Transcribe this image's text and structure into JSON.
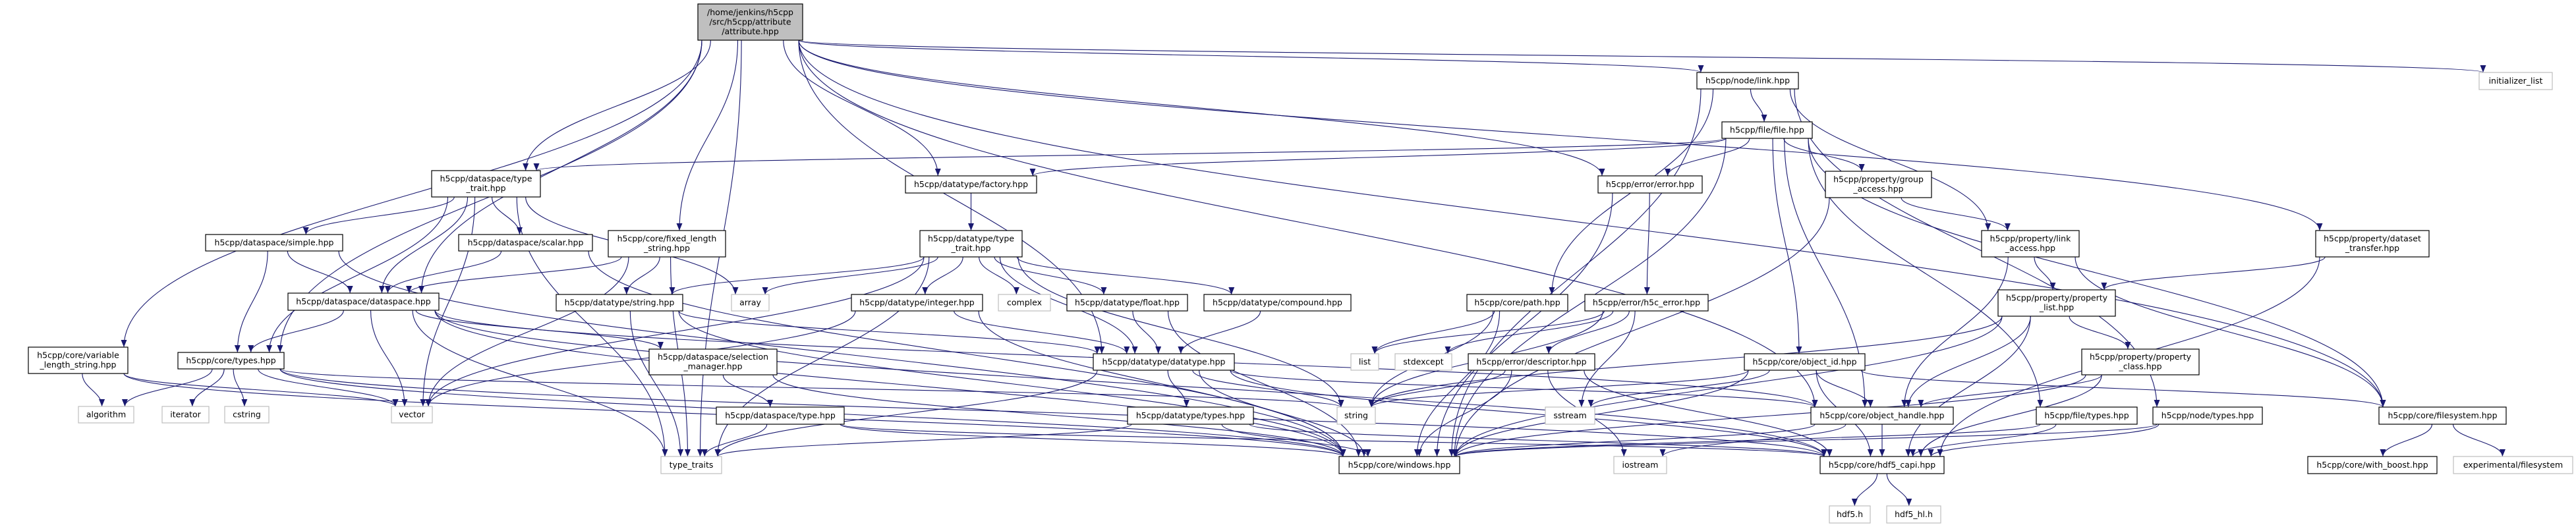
{
  "graph": {
    "edge_color": "#191970",
    "root_fill": "#bfbfbf",
    "system_border": "#bfbfbf",
    "nodes": [
      {
        "lines": [
          "/home/jenkins/h5cpp",
          "/src/h5cpp/attribute",
          "/attribute.hpp"
        ],
        "root": true
      },
      {
        "lines": [
          "h5cpp/dataspace/type",
          "_trait.hpp"
        ]
      },
      {
        "lines": [
          "h5cpp/dataspace/simple.hpp"
        ]
      },
      {
        "lines": [
          "h5cpp/dataspace/scalar.hpp"
        ]
      },
      {
        "lines": [
          "h5cpp/core/fixed_length",
          "_string.hpp"
        ]
      },
      {
        "lines": [
          "h5cpp/dataspace/dataspace.hpp"
        ]
      },
      {
        "lines": [
          "h5cpp/datatype/string.hpp"
        ]
      },
      {
        "lines": [
          "h5cpp/core/variable",
          "_length_string.hpp"
        ]
      },
      {
        "lines": [
          "h5cpp/core/types.hpp"
        ]
      },
      {
        "lines": [
          "algorithm"
        ],
        "system": true
      },
      {
        "lines": [
          "iterator"
        ],
        "system": true
      },
      {
        "lines": [
          "cstring"
        ],
        "system": true
      },
      {
        "lines": [
          "vector"
        ],
        "system": true
      },
      {
        "lines": [
          "h5cpp/datatype/factory.hpp"
        ]
      },
      {
        "lines": [
          "h5cpp/datatype/type",
          "_trait.hpp"
        ]
      },
      {
        "lines": [
          "array"
        ],
        "system": true
      },
      {
        "lines": [
          "h5cpp/datatype/integer.hpp"
        ]
      },
      {
        "lines": [
          "complex"
        ],
        "system": true
      },
      {
        "lines": [
          "h5cpp/datatype/float.hpp"
        ]
      },
      {
        "lines": [
          "h5cpp/datatype/compound.hpp"
        ]
      },
      {
        "lines": [
          "h5cpp/dataspace/selection",
          "_manager.hpp"
        ]
      },
      {
        "lines": [
          "h5cpp/datatype/datatype.hpp"
        ]
      },
      {
        "lines": [
          "h5cpp/dataspace/type.hpp"
        ]
      },
      {
        "lines": [
          "h5cpp/datatype/types.hpp"
        ]
      },
      {
        "lines": [
          "type_traits"
        ],
        "system": true
      },
      {
        "lines": [
          "h5cpp/node/link.hpp"
        ]
      },
      {
        "lines": [
          "h5cpp/file/file.hpp"
        ]
      },
      {
        "lines": [
          "h5cpp/error/error.hpp"
        ]
      },
      {
        "lines": [
          "h5cpp/property/group",
          "_access.hpp"
        ]
      },
      {
        "lines": [
          "h5cpp/core/path.hpp"
        ]
      },
      {
        "lines": [
          "h5cpp/error/h5c_error.hpp"
        ]
      },
      {
        "lines": [
          "list"
        ],
        "system": true
      },
      {
        "lines": [
          "stdexcept"
        ],
        "system": true
      },
      {
        "lines": [
          "h5cpp/error/descriptor.hpp"
        ]
      },
      {
        "lines": [
          "h5cpp/core/object_id.hpp"
        ]
      },
      {
        "lines": [
          "string"
        ],
        "system": true
      },
      {
        "lines": [
          "sstream"
        ],
        "system": true
      },
      {
        "lines": [
          "h5cpp/core/object_handle.hpp"
        ]
      },
      {
        "lines": [
          "h5cpp/core/windows.hpp"
        ]
      },
      {
        "lines": [
          "iostream"
        ],
        "system": true
      },
      {
        "lines": [
          "h5cpp/core/hdf5_capi.hpp"
        ]
      },
      {
        "lines": [
          "hdf5.h"
        ],
        "system": true
      },
      {
        "lines": [
          "hdf5_hl.h"
        ],
        "system": true
      },
      {
        "lines": [
          "initializer_list"
        ],
        "system": true
      },
      {
        "lines": [
          "h5cpp/property/link",
          "_access.hpp"
        ]
      },
      {
        "lines": [
          "h5cpp/property/dataset",
          "_transfer.hpp"
        ]
      },
      {
        "lines": [
          "h5cpp/property/property",
          "_list.hpp"
        ]
      },
      {
        "lines": [
          "h5cpp/property/property",
          "_class.hpp"
        ]
      },
      {
        "lines": [
          "h5cpp/file/types.hpp"
        ]
      },
      {
        "lines": [
          "h5cpp/node/types.hpp"
        ]
      },
      {
        "lines": [
          "h5cpp/core/filesystem.hpp"
        ]
      },
      {
        "lines": [
          "h5cpp/core/with_boost.hpp"
        ]
      },
      {
        "lines": [
          "experimental/filesystem"
        ],
        "system": true
      }
    ],
    "edges": [
      {
        "from": "/home/jenkins/h5cpp/src/h5cpp/attribute/attribute.hpp",
        "to": [
          "h5cpp/dataspace/type_trait.hpp",
          "h5cpp/core/fixed_length_string.hpp",
          "h5cpp/datatype/factory.hpp",
          "h5cpp/node/link.hpp",
          "h5cpp/error/error.hpp",
          "initializer_list",
          "h5cpp/dataspace/dataspace.hpp",
          "h5cpp/core/types.hpp",
          "h5cpp/core/variable_length_string.hpp",
          "type_traits",
          "h5cpp/datatype/datatype.hpp",
          "h5cpp/property/dataset_transfer.hpp",
          "h5cpp/core/object_handle.hpp",
          "h5cpp/core/filesystem.hpp"
        ]
      },
      {
        "from": "h5cpp/dataspace/type_trait.hpp",
        "to": [
          "h5cpp/dataspace/simple.hpp",
          "h5cpp/dataspace/scalar.hpp",
          "h5cpp/dataspace/dataspace.hpp",
          "h5cpp/core/types.hpp",
          "vector",
          "array",
          "type_traits"
        ]
      },
      {
        "from": "h5cpp/dataspace/simple.hpp",
        "to": [
          "h5cpp/dataspace/dataspace.hpp",
          "h5cpp/core/types.hpp",
          "h5cpp/core/windows.hpp"
        ]
      },
      {
        "from": "h5cpp/dataspace/scalar.hpp",
        "to": [
          "h5cpp/dataspace/dataspace.hpp",
          "h5cpp/core/windows.hpp"
        ]
      },
      {
        "from": "h5cpp/core/fixed_length_string.hpp",
        "to": [
          "h5cpp/datatype/string.hpp",
          "vector",
          "type_traits",
          "h5cpp/dataspace/dataspace.hpp"
        ]
      },
      {
        "from": "h5cpp/dataspace/dataspace.hpp",
        "to": [
          "h5cpp/core/types.hpp",
          "h5cpp/dataspace/selection_manager.hpp",
          "h5cpp/core/windows.hpp",
          "h5cpp/core/hdf5_capi.hpp",
          "h5cpp/core/object_handle.hpp",
          "type_traits",
          "vector"
        ]
      },
      {
        "from": "h5cpp/core/types.hpp",
        "to": [
          "algorithm",
          "iterator",
          "cstring",
          "vector",
          "h5cpp/core/windows.hpp",
          "h5cpp/core/hdf5_capi.hpp",
          "string"
        ]
      },
      {
        "from": "h5cpp/core/variable_length_string.hpp",
        "to": [
          "algorithm",
          "vector",
          "h5cpp/core/windows.hpp"
        ]
      },
      {
        "from": "h5cpp/datatype/factory.hpp",
        "to": [
          "h5cpp/datatype/type_trait.hpp"
        ]
      },
      {
        "from": "h5cpp/datatype/type_trait.hpp",
        "to": [
          "h5cpp/datatype/string.hpp",
          "array",
          "h5cpp/datatype/integer.hpp",
          "complex",
          "h5cpp/datatype/float.hpp",
          "h5cpp/datatype/compound.hpp",
          "type_traits",
          "vector",
          "string",
          "h5cpp/datatype/datatype.hpp"
        ]
      },
      {
        "from": "h5cpp/datatype/string.hpp",
        "to": [
          "h5cpp/datatype/datatype.hpp",
          "type_traits",
          "h5cpp/core/windows.hpp"
        ]
      },
      {
        "from": "h5cpp/datatype/integer.hpp",
        "to": [
          "h5cpp/datatype/datatype.hpp",
          "h5cpp/core/windows.hpp",
          "vector"
        ]
      },
      {
        "from": "h5cpp/datatype/float.hpp",
        "to": [
          "h5cpp/datatype/datatype.hpp",
          "h5cpp/core/windows.hpp"
        ]
      },
      {
        "from": "h5cpp/datatype/compound.hpp",
        "to": [
          "h5cpp/datatype/datatype.hpp"
        ]
      },
      {
        "from": "h5cpp/datatype/datatype.hpp",
        "to": [
          "h5cpp/datatype/types.hpp",
          "h5cpp/core/object_handle.hpp",
          "h5cpp/core/windows.hpp",
          "string",
          "type_traits",
          "h5cpp/core/hdf5_capi.hpp"
        ]
      },
      {
        "from": "h5cpp/datatype/types.hpp",
        "to": [
          "h5cpp/core/windows.hpp",
          "h5cpp/core/hdf5_capi.hpp",
          "type_traits"
        ]
      },
      {
        "from": "h5cpp/dataspace/selection_manager.hpp",
        "to": [
          "h5cpp/dataspace/type.hpp",
          "h5cpp/core/windows.hpp"
        ]
      },
      {
        "from": "h5cpp/dataspace/type.hpp",
        "to": [
          "type_traits",
          "h5cpp/core/windows.hpp",
          "h5cpp/core/hdf5_capi.hpp"
        ]
      },
      {
        "from": "h5cpp/node/link.hpp",
        "to": [
          "h5cpp/file/file.hpp",
          "h5cpp/core/path.hpp",
          "h5cpp/property/link_access.hpp",
          "h5cpp/node/types.hpp",
          "h5cpp/core/windows.hpp"
        ]
      },
      {
        "from": "h5cpp/file/file.hpp",
        "to": [
          "h5cpp/error/error.hpp",
          "h5cpp/property/group_access.hpp",
          "h5cpp/core/object_id.hpp",
          "h5cpp/core/object_handle.hpp",
          "h5cpp/core/filesystem.hpp",
          "h5cpp/file/types.hpp",
          "h5cpp/core/windows.hpp",
          "h5cpp/datatype/factory.hpp",
          "h5cpp/dataspace/type_trait.hpp"
        ]
      },
      {
        "from": "h5cpp/error/error.hpp",
        "to": [
          "h5cpp/error/h5c_error.hpp",
          "h5cpp/core/windows.hpp"
        ]
      },
      {
        "from": "h5cpp/error/h5c_error.hpp",
        "to": [
          "list",
          "stdexcept",
          "h5cpp/error/descriptor.hpp",
          "sstream",
          "string"
        ]
      },
      {
        "from": "h5cpp/error/descriptor.hpp",
        "to": [
          "string",
          "h5cpp/core/windows.hpp",
          "iostream",
          "h5cpp/core/hdf5_capi.hpp"
        ]
      },
      {
        "from": "h5cpp/core/path.hpp",
        "to": [
          "list",
          "string",
          "h5cpp/core/windows.hpp"
        ]
      },
      {
        "from": "h5cpp/core/object_id.hpp",
        "to": [
          "sstream",
          "string",
          "h5cpp/core/object_handle.hpp",
          "h5cpp/core/filesystem.hpp",
          "h5cpp/core/windows.hpp",
          "h5cpp/core/hdf5_capi.hpp"
        ]
      },
      {
        "from": "h5cpp/core/object_handle.hpp",
        "to": [
          "h5cpp/core/hdf5_capi.hpp",
          "h5cpp/core/windows.hpp",
          "iostream"
        ]
      },
      {
        "from": "h5cpp/core/hdf5_capi.hpp",
        "to": [
          "hdf5.h",
          "hdf5_hl.h"
        ]
      },
      {
        "from": "h5cpp/property/group_access.hpp",
        "to": [
          "h5cpp/property/link_access.hpp",
          "h5cpp/core/windows.hpp"
        ]
      },
      {
        "from": "h5cpp/property/link_access.hpp",
        "to": [
          "h5cpp/property/property_list.hpp",
          "h5cpp/core/object_handle.hpp",
          "h5cpp/core/filesystem.hpp"
        ]
      },
      {
        "from": "h5cpp/property/dataset_transfer.hpp",
        "to": [
          "h5cpp/property/property_list.hpp",
          "h5cpp/core/hdf5_capi.hpp"
        ]
      },
      {
        "from": "h5cpp/property/property_list.hpp",
        "to": [
          "h5cpp/property/property_class.hpp",
          "h5cpp/core/object_handle.hpp",
          "h5cpp/core/windows.hpp",
          "h5cpp/core/hdf5_capi.hpp",
          "string"
        ]
      },
      {
        "from": "h5cpp/property/property_class.hpp",
        "to": [
          "h5cpp/core/object_handle.hpp",
          "h5cpp/core/windows.hpp",
          "h5cpp/core/hdf5_capi.hpp"
        ]
      },
      {
        "from": "h5cpp/file/types.hpp",
        "to": [
          "h5cpp/core/windows.hpp",
          "h5cpp/core/hdf5_capi.hpp"
        ]
      },
      {
        "from": "h5cpp/node/types.hpp",
        "to": [
          "h5cpp/core/windows.hpp",
          "h5cpp/core/hdf5_capi.hpp"
        ]
      },
      {
        "from": "h5cpp/core/filesystem.hpp",
        "to": [
          "h5cpp/core/with_boost.hpp",
          "experimental/filesystem"
        ]
      }
    ]
  }
}
